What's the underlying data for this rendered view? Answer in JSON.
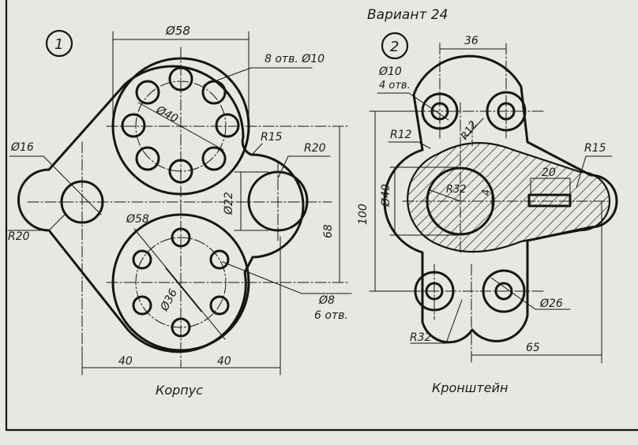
{
  "header": {
    "variant": "Вариант 24"
  },
  "drawing1": {
    "number": "1",
    "caption": "Корпус",
    "dims": {
      "top_dia": "Ø58",
      "holes_top": "8 отв. Ø10",
      "inner_top": "Ø40",
      "left_hole": "Ø16",
      "r15": "R15",
      "r20_right": "R20",
      "d22": "Ø22",
      "h68": "68",
      "bottom_dia": "Ø58",
      "pcd_bottom": "Ø36",
      "hole8": "Ø8",
      "holes_bottom_count": "6 отв.",
      "r20_left": "R20",
      "w40_left": "40",
      "w40_right": "40"
    }
  },
  "drawing2": {
    "number": "2",
    "caption": "Кронштейн",
    "dims": {
      "w36": "36",
      "d10": "Ø10",
      "holes4": "4 отв.",
      "r12_left": "R12",
      "r12_mid": "R12",
      "d40": "Ø40",
      "r32_inner": "R32",
      "slot4": "4",
      "slot20": "20",
      "r15": "R15",
      "h100": "100",
      "d26": "Ø26",
      "r32_outer": "R32",
      "w65": "65"
    }
  }
}
